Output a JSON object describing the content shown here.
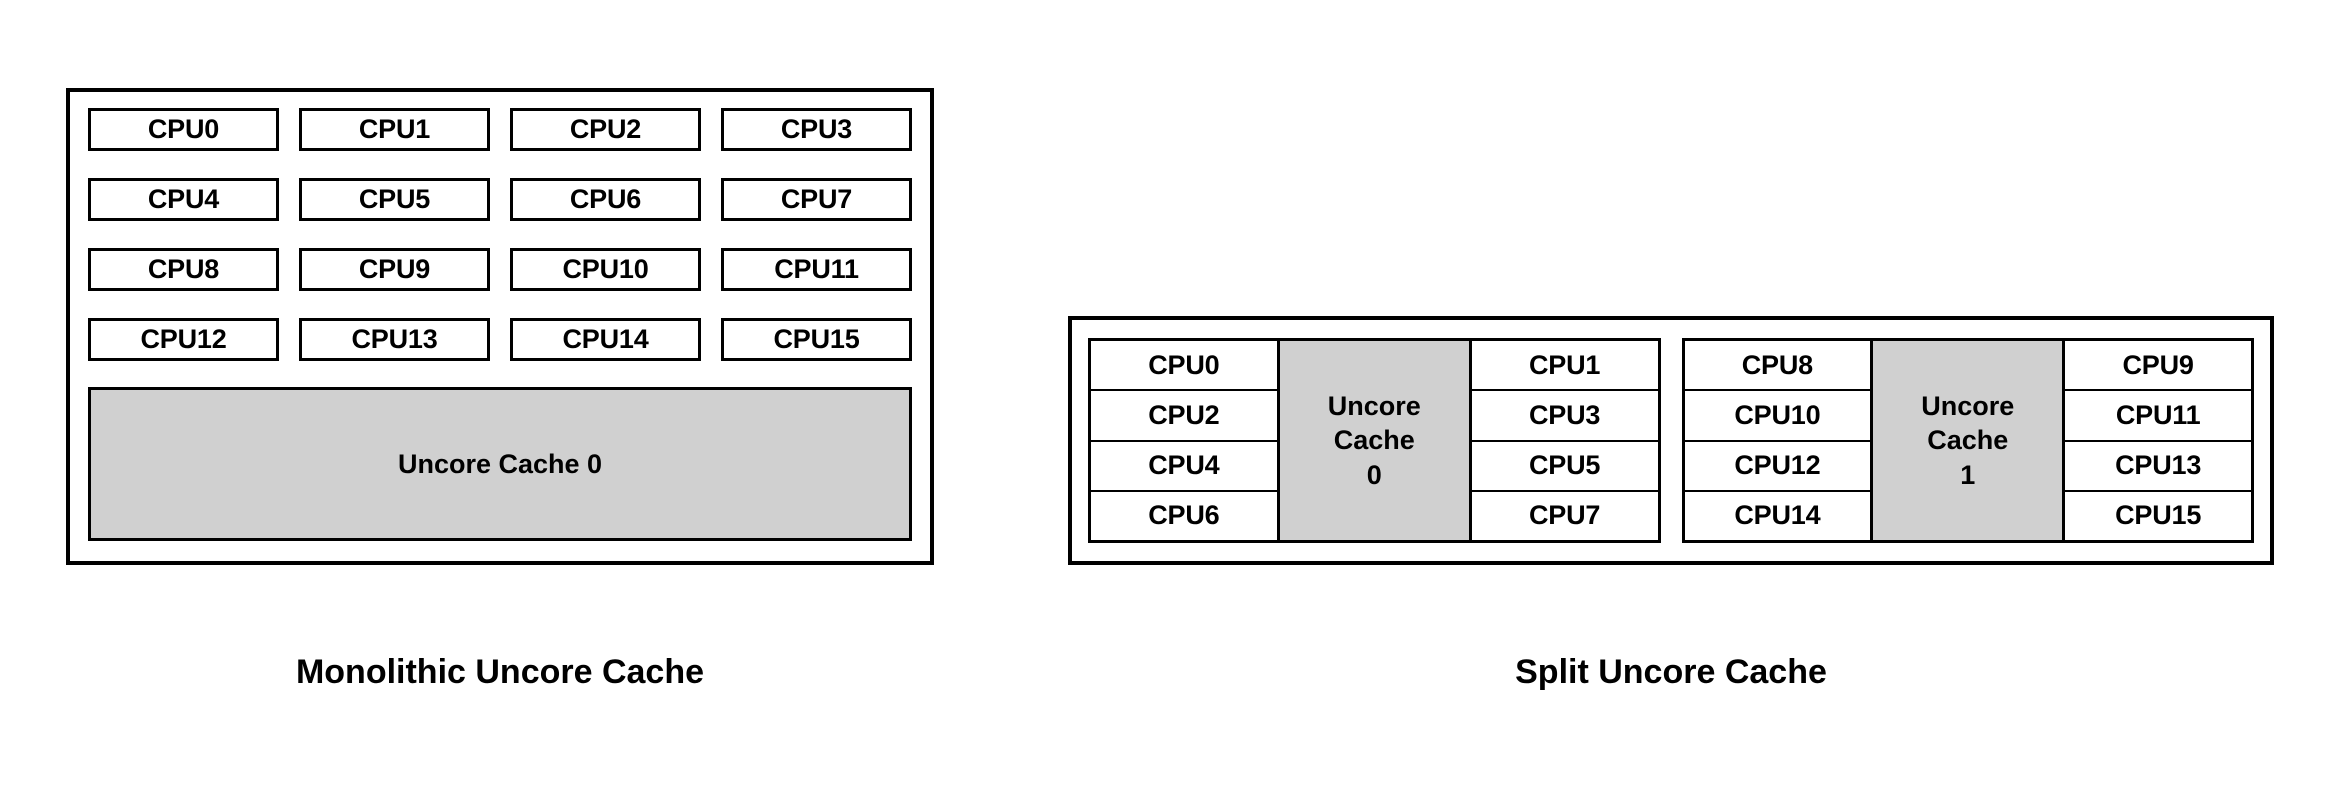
{
  "figure": {
    "background_color": "#ffffff",
    "line_color": "#000000",
    "cache_fill_color": "#d0d0d0"
  },
  "monolithic": {
    "caption": "Monolithic Uncore Cache",
    "cpus": [
      "CPU0",
      "CPU1",
      "CPU2",
      "CPU3",
      "CPU4",
      "CPU5",
      "CPU6",
      "CPU7",
      "CPU8",
      "CPU9",
      "CPU10",
      "CPU11",
      "CPU12",
      "CPU13",
      "CPU14",
      "CPU15"
    ],
    "cache_label": "Uncore Cache 0"
  },
  "split": {
    "caption": "Split Uncore Cache",
    "clusters": [
      {
        "left_cpus": [
          "CPU0",
          "CPU2",
          "CPU4",
          "CPU6"
        ],
        "cache_lines": [
          "Uncore",
          "Cache",
          "0"
        ],
        "right_cpus": [
          "CPU1",
          "CPU3",
          "CPU5",
          "CPU7"
        ]
      },
      {
        "left_cpus": [
          "CPU8",
          "CPU10",
          "CPU12",
          "CPU14"
        ],
        "cache_lines": [
          "Uncore",
          "Cache",
          "1"
        ],
        "right_cpus": [
          "CPU9",
          "CPU11",
          "CPU13",
          "CPU15"
        ]
      }
    ]
  }
}
